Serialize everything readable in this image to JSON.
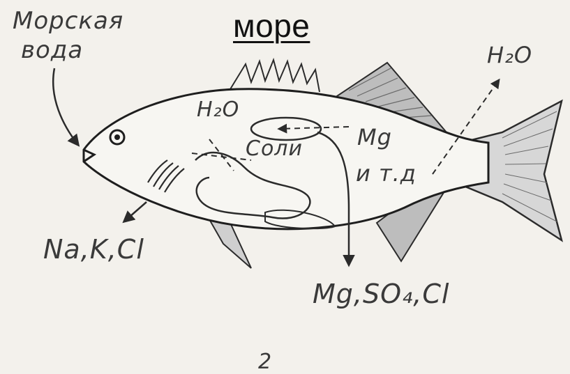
{
  "title": "море",
  "labels": {
    "sea_water_line1": "Морская",
    "sea_water_line2": "вода",
    "h2o_out": "H₂O",
    "h2o_in": "H₂O",
    "salts": "Соли",
    "mg": "Mg",
    "etc": "и т.д",
    "na_k_cl": "Na,K,Cl",
    "mg_so4_cl": "Mg,SO₄,Cl",
    "figure_number": "2"
  }
}
